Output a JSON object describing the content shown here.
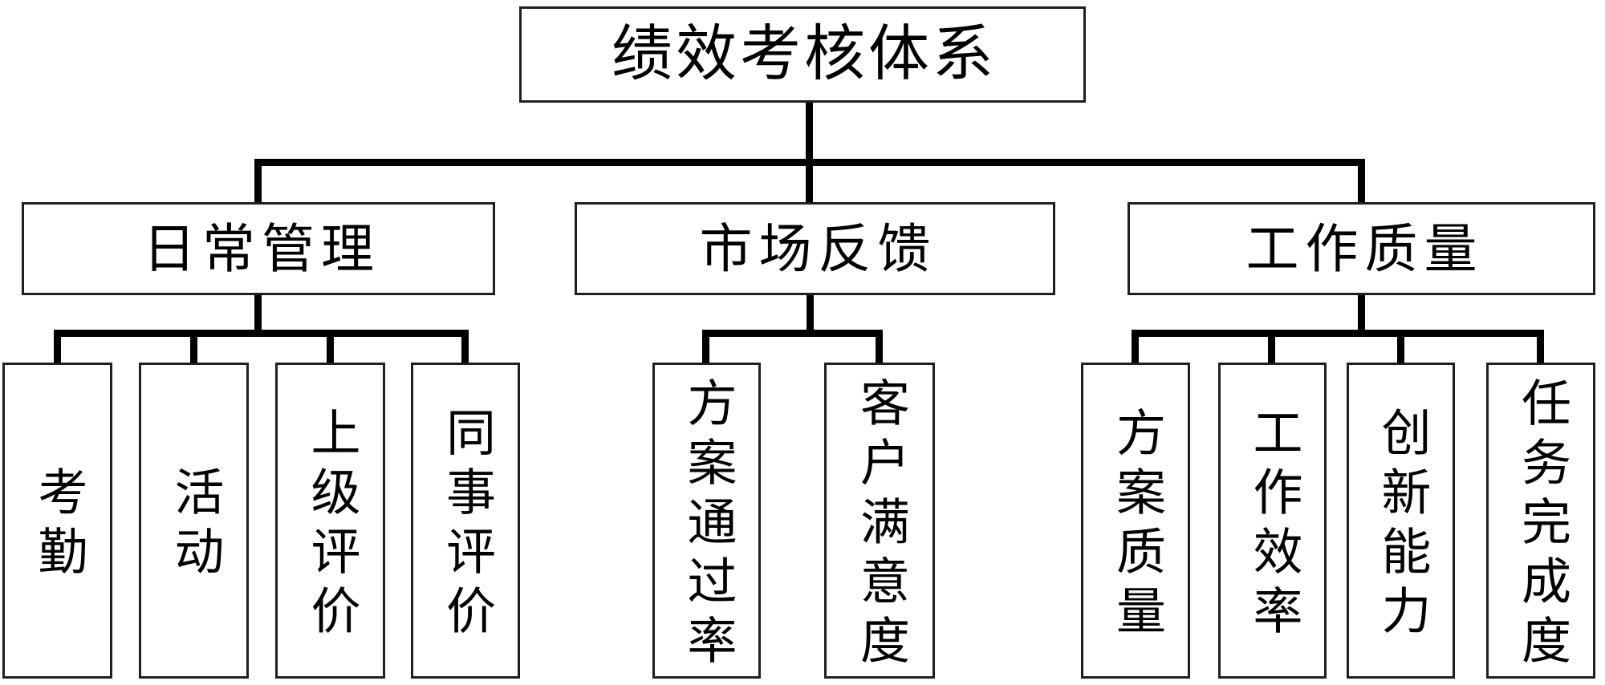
{
  "chart": {
    "type": "org-tree",
    "root": {
      "label": "绩效考核体系"
    },
    "branches": [
      {
        "label": "日常管理",
        "children": [
          "考勤",
          "活动",
          "上级评价",
          "同事评价"
        ]
      },
      {
        "label": "市场反馈",
        "children": [
          "方案通过率",
          "客户满意度"
        ]
      },
      {
        "label": "工作质量",
        "children": [
          "方案质量",
          "工作效率",
          "创新能力",
          "任务完成度"
        ]
      }
    ],
    "colors": {
      "line": "#000000",
      "box_border": "#1f1f1f",
      "background": "#ffffff",
      "text": "#000000"
    }
  }
}
